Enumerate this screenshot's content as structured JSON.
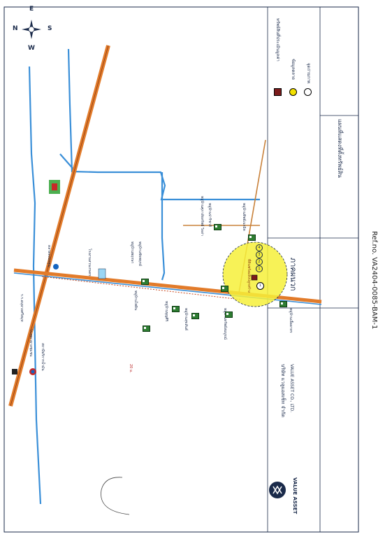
{
  "compass": {
    "n": "N",
    "s": "S",
    "e": "E",
    "w": "W"
  },
  "legend": {
    "items": [
      {
        "label": "ทรัพย์สินที่ประเมินมูลค่า",
        "icon": "square-marker-icon",
        "color": "#7b1c1c"
      },
      {
        "label": "ข้อมูลตลาด",
        "icon": "yellow-dot-icon",
        "color": "#f2e000"
      },
      {
        "label": "จุดถ่ายภาพ",
        "icon": "camera-point-icon",
        "color": "#ffffff"
      }
    ]
  },
  "title_block": {
    "map_title": "แผนที่แสดงที่ตั้งทรัพย์สิน",
    "region": "ภาคผนวก",
    "company_thai": "บริษัท แวลูแอสเซ็ท จำกัด",
    "company_en": "VALUE ASSET CO., LTD.",
    "logo_text": "VALUE ASSET"
  },
  "ref_no": "Ref.no.  VA2404-0085-BAM-1",
  "map_labels": {
    "school": "ร.ร.อนุบาลศรีสมุท",
    "hospital": "โรงพยาบาลชุมชน",
    "gas_station": "สถานีบริการน้ำมัน",
    "market": "ตลาดคลองสูญ",
    "temple": "วัดกลางคลอง",
    "factory": "โรงงานสวนเกษตร",
    "distance": "20 ม.",
    "site_label": "ที่ดินพร้อมสิ่งปลูกสร้าง",
    "road_main": "ถนนสายหลัก",
    "village1": "หมู่บ้านพฤกษา",
    "village2": "หมู่บ้านชัยพฤกษ์",
    "village3": "หมู่บ้านศุภาลัยทรัพย์ วิลล่า",
    "village4": "หมู่บ้านปาริชาติ",
    "village5": "หมู่บ้านไพลิน",
    "village6": "หมู่บ้านบุญศิริ",
    "village7": "หมู่บ้านสุขสันต์",
    "village8": "หมู่บ้านทรัพย์สมบูรณ์",
    "village9": "หมู่บ้านทิพย์เนรมิต",
    "village10": "หมู่บ้านเอื้ออาทร",
    "market_points": [
      "1",
      "2",
      "3",
      "4"
    ],
    "photo_point": "1"
  }
}
